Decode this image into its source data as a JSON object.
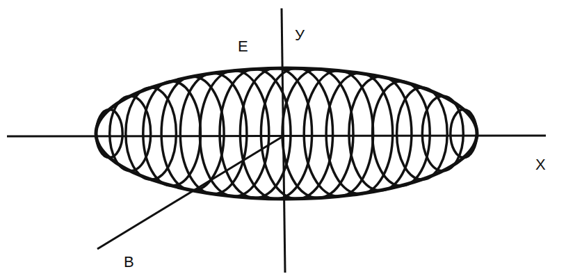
{
  "diagram": {
    "labels": [
      "E",
      "У",
      "X",
      "B"
    ]
  }
}
